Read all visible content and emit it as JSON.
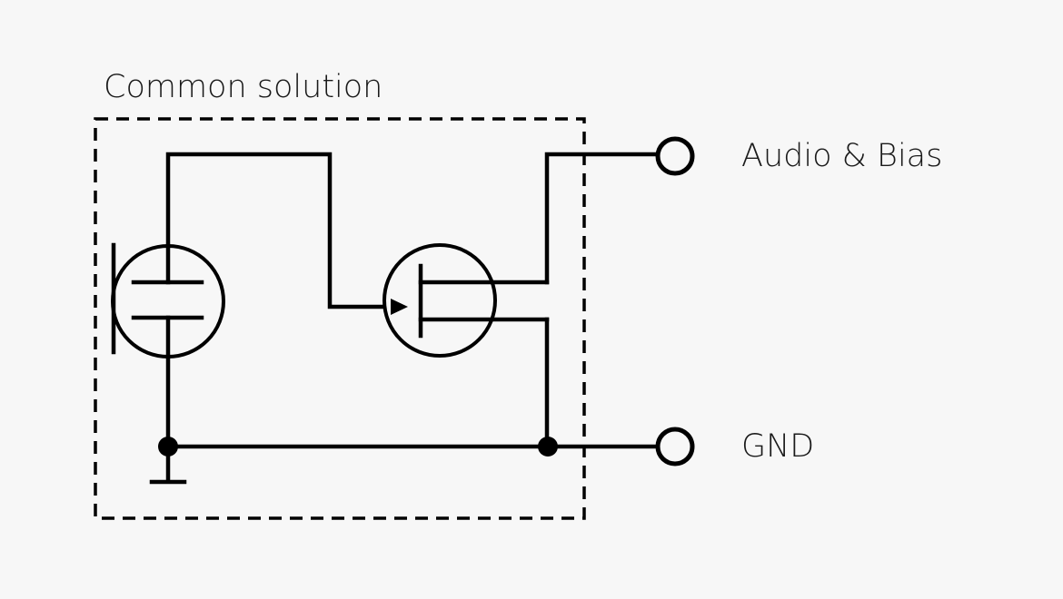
{
  "diagram": {
    "title": "Common solution",
    "terminals": {
      "audio_bias": "Audio & Bias",
      "gnd": "GND"
    }
  },
  "colors": {
    "background": "#f7f7f7",
    "stroke": "#000000",
    "text": "#1a1a1a"
  }
}
